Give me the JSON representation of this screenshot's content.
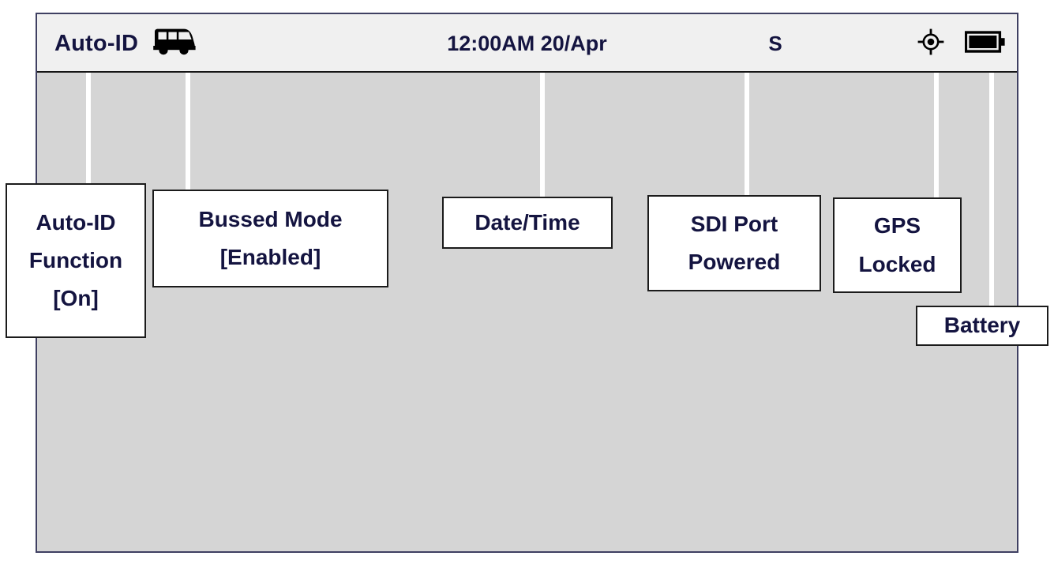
{
  "device": {
    "status_bar": {
      "title": "Auto-ID",
      "bus_icon": "bus-icon",
      "datetime": "12:00AM 20/Apr",
      "sdi_indicator": "S",
      "gps_icon": "gps-lock-icon",
      "battery_icon": "battery-full-icon"
    },
    "screen_body": ""
  },
  "callouts": [
    {
      "name": "auto-id-function",
      "lines": [
        "Auto-ID",
        "Function",
        "[On]"
      ]
    },
    {
      "name": "bussed-mode",
      "lines": [
        "Bussed Mode",
        "[Enabled]"
      ]
    },
    {
      "name": "date-time",
      "lines": [
        "Date/Time"
      ]
    },
    {
      "name": "sdi-port-powered",
      "lines": [
        "SDI Port",
        "Powered"
      ]
    },
    {
      "name": "gps-locked",
      "lines": [
        "GPS",
        "Locked"
      ]
    },
    {
      "name": "battery",
      "lines": [
        "Battery"
      ]
    }
  ],
  "colors": {
    "text_navy": "#141440",
    "device_border": "#3f4062",
    "status_bar_bg": "#f0f0f0",
    "screen_bg": "#d5d5d5",
    "leader_line": "#ffffff",
    "callout_border": "#1b1b1b"
  }
}
